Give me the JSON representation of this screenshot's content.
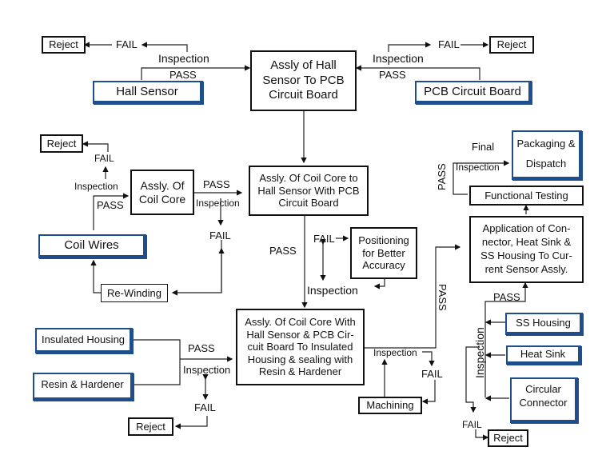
{
  "diagram": {
    "nodes": {
      "reject_top_left": "Reject",
      "hall_sensor": "Hall Sensor",
      "assly_hall_pcb": "Assly of Hall Sensor To PCB Circuit Board",
      "pcb_circuit_board": "PCB Circuit Board",
      "reject_top_right": "Reject",
      "reject_coil": "Reject",
      "assly_coil_core": "Assly. Of Coil Core",
      "coil_wires": "Coil Wires",
      "re_winding": "Re-Winding",
      "assly_coil_to_hall": "Assly. Of Coil Core to Hall Sensor With PCB Circuit Board",
      "positioning": "Positioning for Better Accuracy",
      "insulated_housing": "Insulated Housing",
      "resin_hardener": "Resin & Hardener",
      "assly_insulated": "Assly. Of Coil Core With Hall Sensor & PCB Cir-cuit Board To Insulated Housing & sealing with Resin & Hardener",
      "reject_bottom_left": "Reject",
      "machining": "Machining",
      "application": "Application of Con-nector, Heat Sink & SS Housing To Cur-rent Sensor Assly.",
      "functional_testing": "Functional Testing",
      "packaging": "Packaging & Dispatch",
      "ss_housing": "SS Housing",
      "heat_sink": "Heat Sink",
      "circular_connector": "Circular Connector",
      "reject_bottom_right": "Reject"
    },
    "labels": {
      "fail_tl": "FAIL",
      "inspection_tl": "Inspection",
      "pass_tl": "PASS",
      "fail_tr": "FAIL",
      "inspection_tr": "Inspection",
      "pass_tr": "PASS",
      "fail_coil": "FAIL",
      "inspection_coil": "Inspection",
      "pass_coil": "PASS",
      "pass_core": "PASS",
      "inspection_core": "Inspection",
      "fail_core": "FAIL",
      "pass_mid": "PASS",
      "fail_mid": "FAIL",
      "inspection_mid": "Inspection",
      "pass_ins": "PASS",
      "inspection_ins": "Inspection",
      "fail_ins": "FAIL",
      "inspection_mach": "Inspection",
      "fail_mach": "FAIL",
      "pass_vertical": "PASS",
      "final": "Final",
      "inspection_final": "Inspection",
      "pass_final": "PASS",
      "pass_app": "PASS",
      "inspection_vertical": "Inspection",
      "fail_br": "FAIL"
    },
    "colors": {
      "input_border": "#1f4e8c",
      "process_border": "#111111"
    }
  }
}
